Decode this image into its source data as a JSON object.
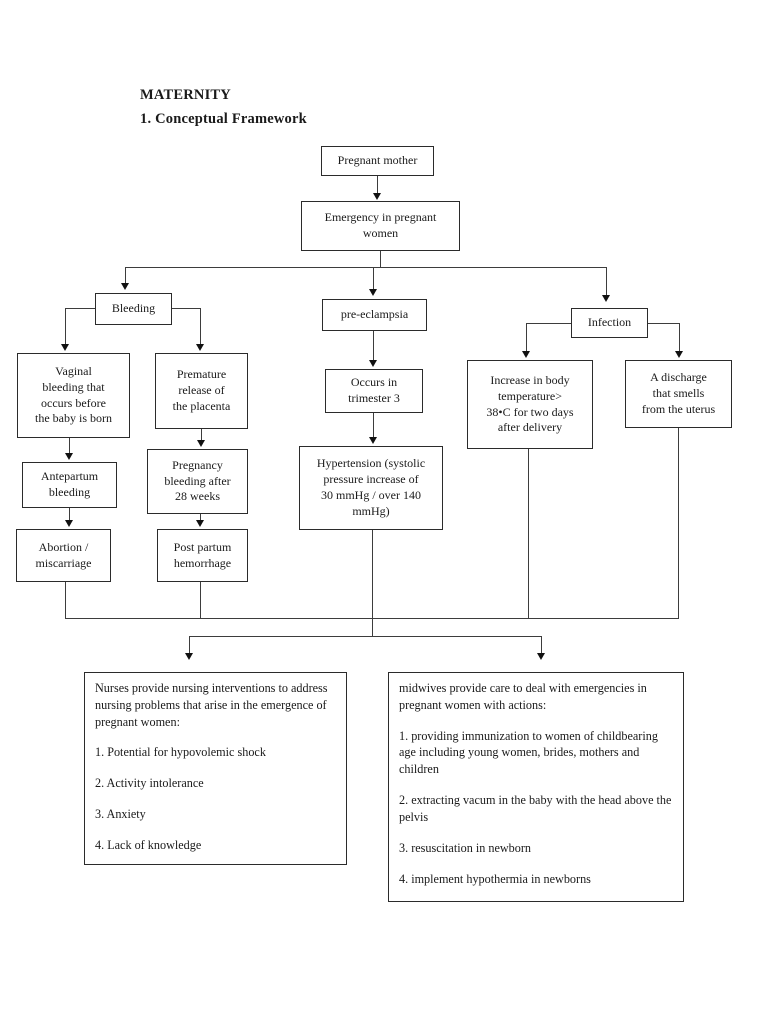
{
  "document": {
    "title": "MATERNITY",
    "section_heading": "1. Conceptual Framework"
  },
  "flowchart": {
    "pregnant_mother": "Pregnant mother",
    "emergency": "Emergency in pregnant\nwomen",
    "bleeding": "Bleeding",
    "pre_eclampsia": "pre-eclampsia",
    "infection": "Infection",
    "vaginal_bleeding": "Vaginal\nbleeding that\noccurs before\nthe baby is born",
    "premature_release": "Premature\nrelease of\nthe placenta",
    "occurs_trimester3": "Occurs in\ntrimester 3",
    "body_temperature": "Increase in body\ntemperature>\n38•C for two days\nafter delivery",
    "uterus_discharge": "A discharge\nthat smells\nfrom the uterus",
    "antepartum_bleeding": "Antepartum\nbleeding",
    "pregnancy_bleeding_28w": "Pregnancy\nbleeding after\n28 weeks",
    "hypertension": "Hypertension (systolic\npressure increase of\n30 mmHg / over 140\nmmHg)",
    "abortion_miscarriage": "Abortion /\nmiscarriage",
    "postpartum_hemorrhage": "Post partum\nhemorrhage"
  },
  "interventions": {
    "nurses": {
      "intro": "Nurses provide nursing interventions to address nursing problems that arise in the emergence of pregnant women:",
      "items": [
        "1. Potential for hypovolemic shock",
        "2. Activity intolerance",
        "3. Anxiety",
        "4. Lack of knowledge"
      ]
    },
    "midwives": {
      "intro": "midwives provide care to deal with emergencies in pregnant women with actions:",
      "items": [
        "1. providing immunization to women of childbearing age including young women, brides, mothers and children",
        "2. extracting vacum in the baby with the head above the pelvis",
        "3. resuscitation in newborn",
        "4. implement hypothermia in newborns"
      ]
    }
  }
}
